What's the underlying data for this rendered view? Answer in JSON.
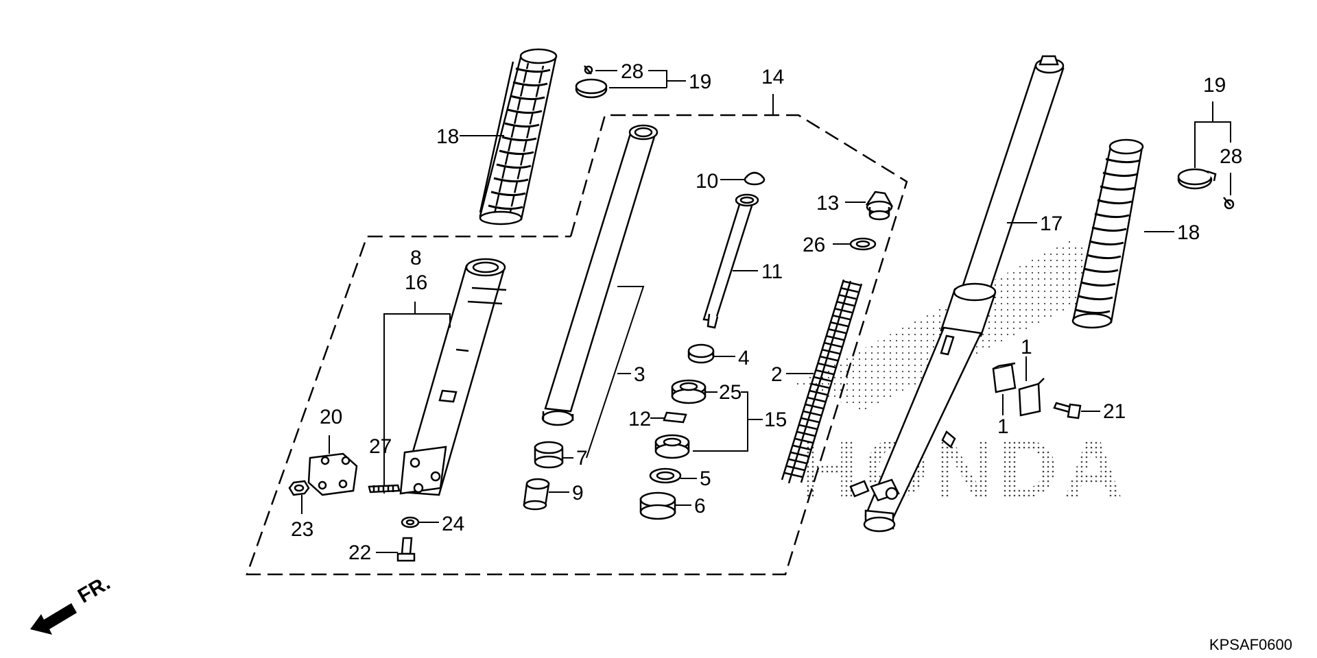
{
  "diagram": {
    "code": "KPSAF0600",
    "watermark": "HONDA",
    "direction_label": "FR.",
    "callouts": {
      "c1a": "1",
      "c1b": "1",
      "c2": "2",
      "c3": "3",
      "c4": "4",
      "c5": "5",
      "c6": "6",
      "c7": "7",
      "c8": "8",
      "c9": "9",
      "c10": "10",
      "c11": "11",
      "c12": "12",
      "c13": "13",
      "c14": "14",
      "c15": "15",
      "c16": "16",
      "c17": "17",
      "c18a": "18",
      "c18b": "18",
      "c19a": "19",
      "c19b": "19",
      "c20": "20",
      "c21": "21",
      "c22": "22",
      "c23": "23",
      "c24": "24",
      "c25": "25",
      "c26": "26",
      "c27": "27",
      "c28a": "28",
      "c28b": "28"
    }
  }
}
